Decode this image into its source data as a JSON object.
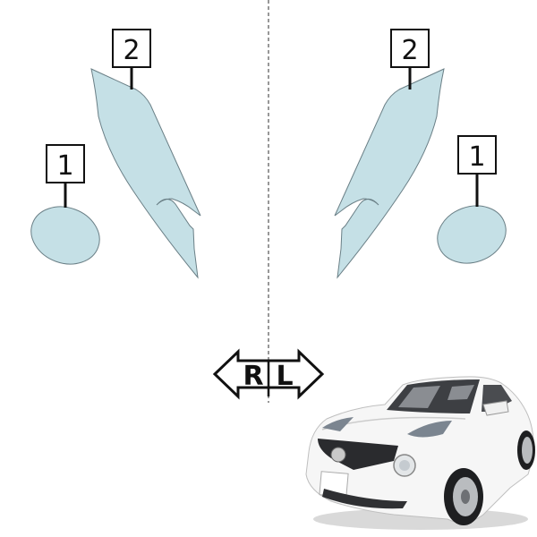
{
  "colors": {
    "film_fill": "#c5e0e6",
    "film_stroke": "#6a7f86",
    "label_stroke": "#111111",
    "divider": "#777777"
  },
  "parts": {
    "right_side": {
      "fog_lamp_label": "1",
      "headlamp_label": "2"
    },
    "left_side": {
      "fog_lamp_label": "1",
      "headlamp_label": "2"
    }
  },
  "direction_indicator": {
    "right_label": "R",
    "left_label": "L"
  },
  "vehicle_image": {
    "description": "white compact crossover SUV, front three-quarter view"
  }
}
